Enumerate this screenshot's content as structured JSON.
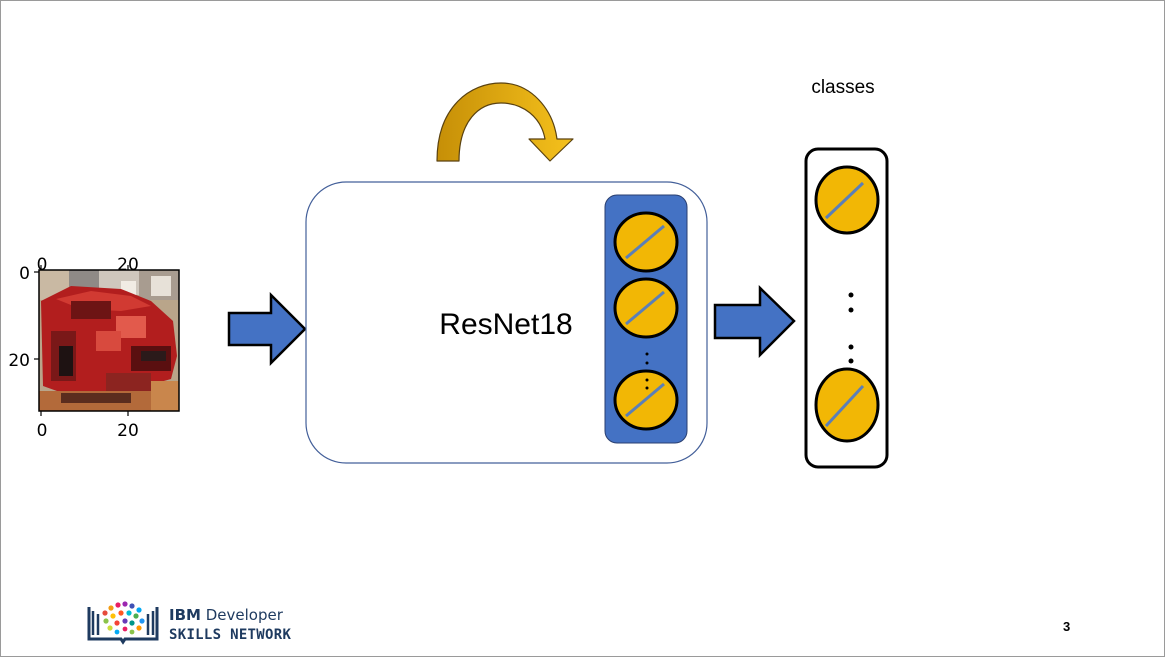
{
  "slide": {
    "page_number": "3"
  },
  "input_image": {
    "x_ticks": [
      "0",
      "20"
    ],
    "y_ticks": [
      "0",
      "20"
    ]
  },
  "model": {
    "label": "ResNet18"
  },
  "output": {
    "title": "classes"
  },
  "branding": {
    "line1_bold": "IBM",
    "line1_rest": " Developer",
    "line2": "SKILLS NETWORK"
  },
  "colors": {
    "arrow_blue": "#4472c4",
    "neuron_gold": "#f2b705",
    "layer_fill": "#4472c4",
    "curved_arrow": "#e3a90e"
  }
}
